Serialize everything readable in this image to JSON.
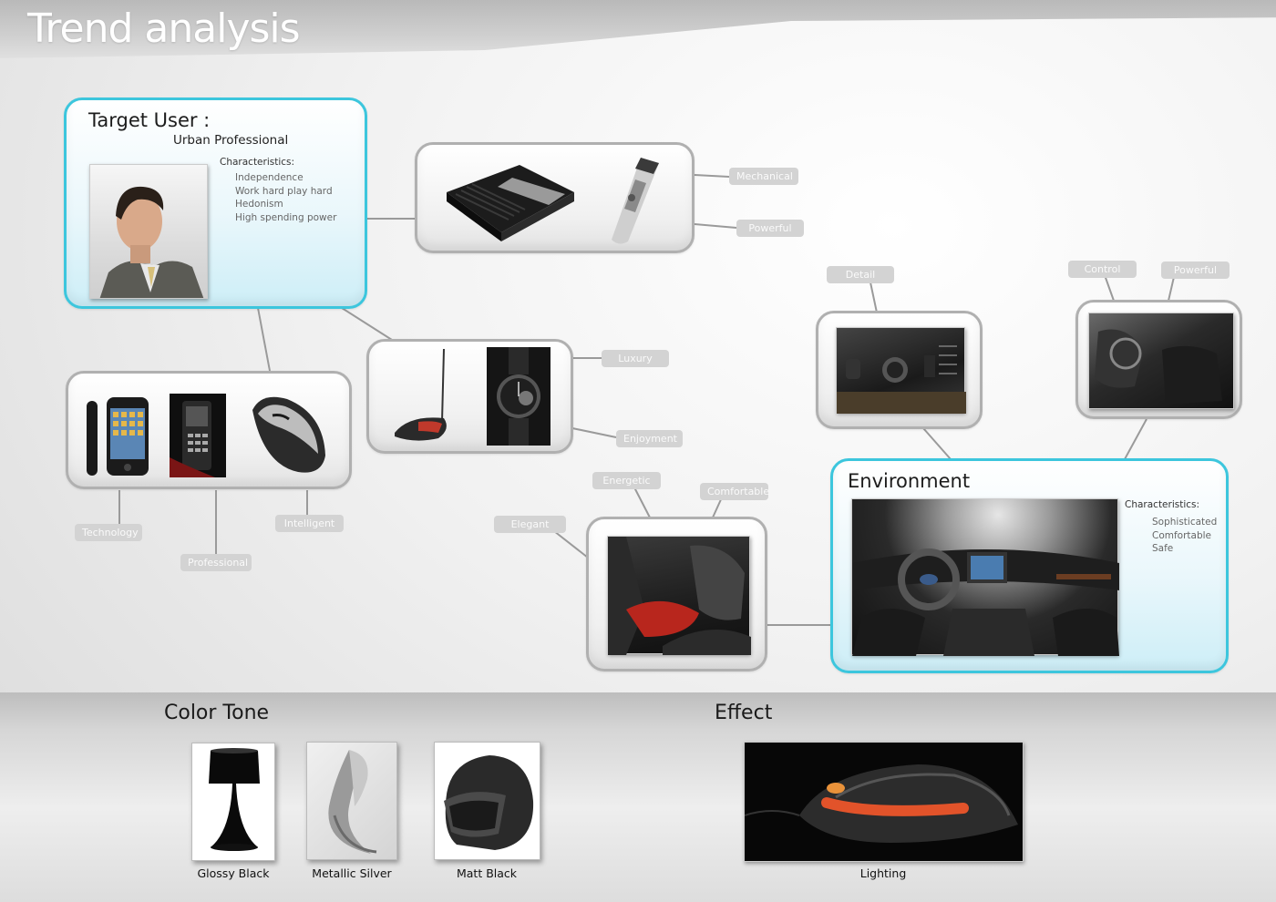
{
  "header": {
    "title": "Trend analysis"
  },
  "target_user": {
    "title": "Target User :",
    "subtitle": "Urban  Professional",
    "characteristics_label": "Characteristics:",
    "characteristics": [
      "Independence",
      "Work hard play hard",
      "Hedonism",
      "High spending power"
    ]
  },
  "tags": {
    "mechanical": "Mechanical",
    "powerful_1": "Powerful",
    "luxury": "Luxury",
    "enjoyment": "Enjoyment",
    "technology": "Technology",
    "professional": "Professional",
    "intelligent": "Intelligent",
    "detail": "Detail",
    "control": "Control",
    "powerful_2": "Powerful",
    "energetic": "Energetic",
    "comfortable": "Comfortable",
    "elegant": "Elegant"
  },
  "environment": {
    "title": "Environment",
    "characteristics_label": "Characteristics:",
    "characteristics": [
      "Sophisticated",
      "Comfortable",
      "Safe"
    ]
  },
  "color_tone": {
    "title": "Color Tone",
    "items": [
      "Glossy Black",
      "Metallic Silver",
      "Matt Black"
    ]
  },
  "effect": {
    "title": "Effect",
    "caption": "Lighting"
  },
  "colors": {
    "accent_blue": "#3cc6dd",
    "box_border": "#b0b0b0",
    "tag_bg": "#d3d3d3"
  }
}
